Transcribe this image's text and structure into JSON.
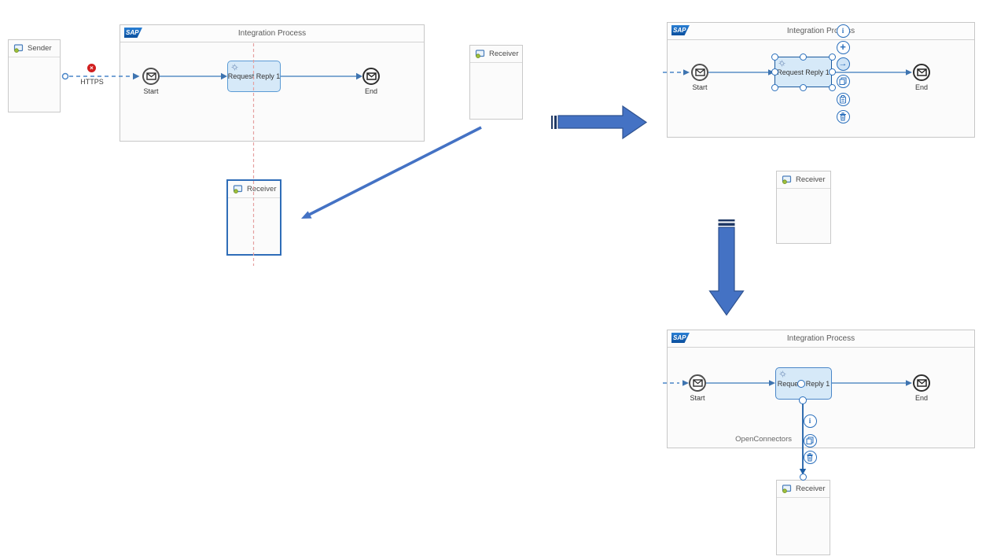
{
  "sap_logo_text": "SAP",
  "panels": {
    "p1": {
      "title": "Integration Process"
    },
    "p2": {
      "title": "Integration Process"
    },
    "p3": {
      "title": "Integration Process"
    }
  },
  "participants": {
    "sender": {
      "label": "Sender"
    },
    "receiver_top": {
      "label": "Receiver"
    },
    "receiver_moved": {
      "label": "Receiver"
    },
    "receiver_p2": {
      "label": "Receiver"
    },
    "receiver_p3": {
      "label": "Receiver"
    }
  },
  "nodes": {
    "start_label": "Start",
    "end_label": "End",
    "request_reply_label": "Request Reply 1"
  },
  "connections": {
    "sender_adapter": "HTTPS",
    "receiver_adapter": "OpenConnectors"
  },
  "glyphs": {
    "error": "×",
    "info": "i",
    "add": "+",
    "connect": "→"
  },
  "colors": {
    "annotation_arrow": "#4472c4",
    "annotation_arrow_border": "#2f528f",
    "annotation_stripe": "#1f3864",
    "flow_line": "#5b8fc6",
    "dashed_connector": "#4a86c8",
    "selection_blue": "#1c5a9e",
    "icon_blue": "#2a6fbc",
    "task_fill": "#d6e9f8",
    "error_red": "#d11f1f",
    "guide_red": "#e5a0a0"
  }
}
